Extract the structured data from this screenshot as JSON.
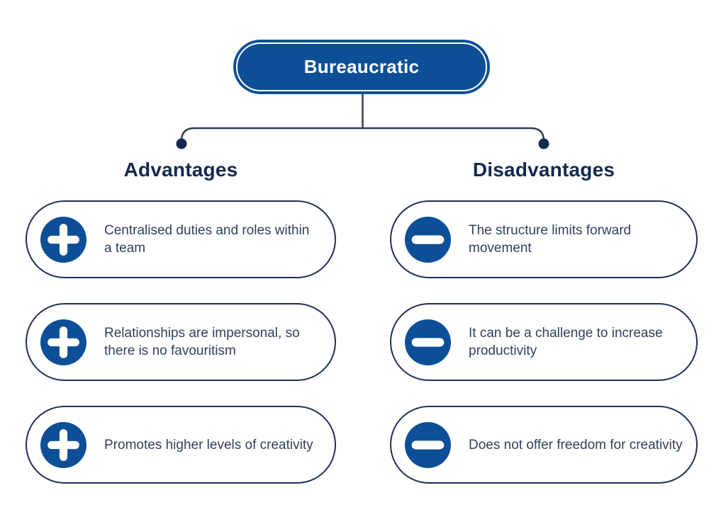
{
  "root": {
    "title": "Bureaucratic"
  },
  "columns": [
    {
      "heading": "Advantages",
      "icon": "plus-icon",
      "items": [
        "Centralised duties and roles within a team",
        "Relationships are impersonal, so there is no favouritism",
        "Promotes higher levels of creativity"
      ]
    },
    {
      "heading": "Disadvantages",
      "icon": "minus-icon",
      "items": [
        "The structure limits forward movement",
        "It can be a challenge to increase productivity",
        "Does not offer freedom for creativity"
      ]
    }
  ],
  "colors": {
    "primary_blue": "#0d4f97",
    "navy_heading": "#14294e",
    "card_border": "#1e3054",
    "body_text": "#31405e",
    "connector_line": "#2f3e55",
    "connector_dot": "#16294f",
    "background": "#ffffff"
  }
}
